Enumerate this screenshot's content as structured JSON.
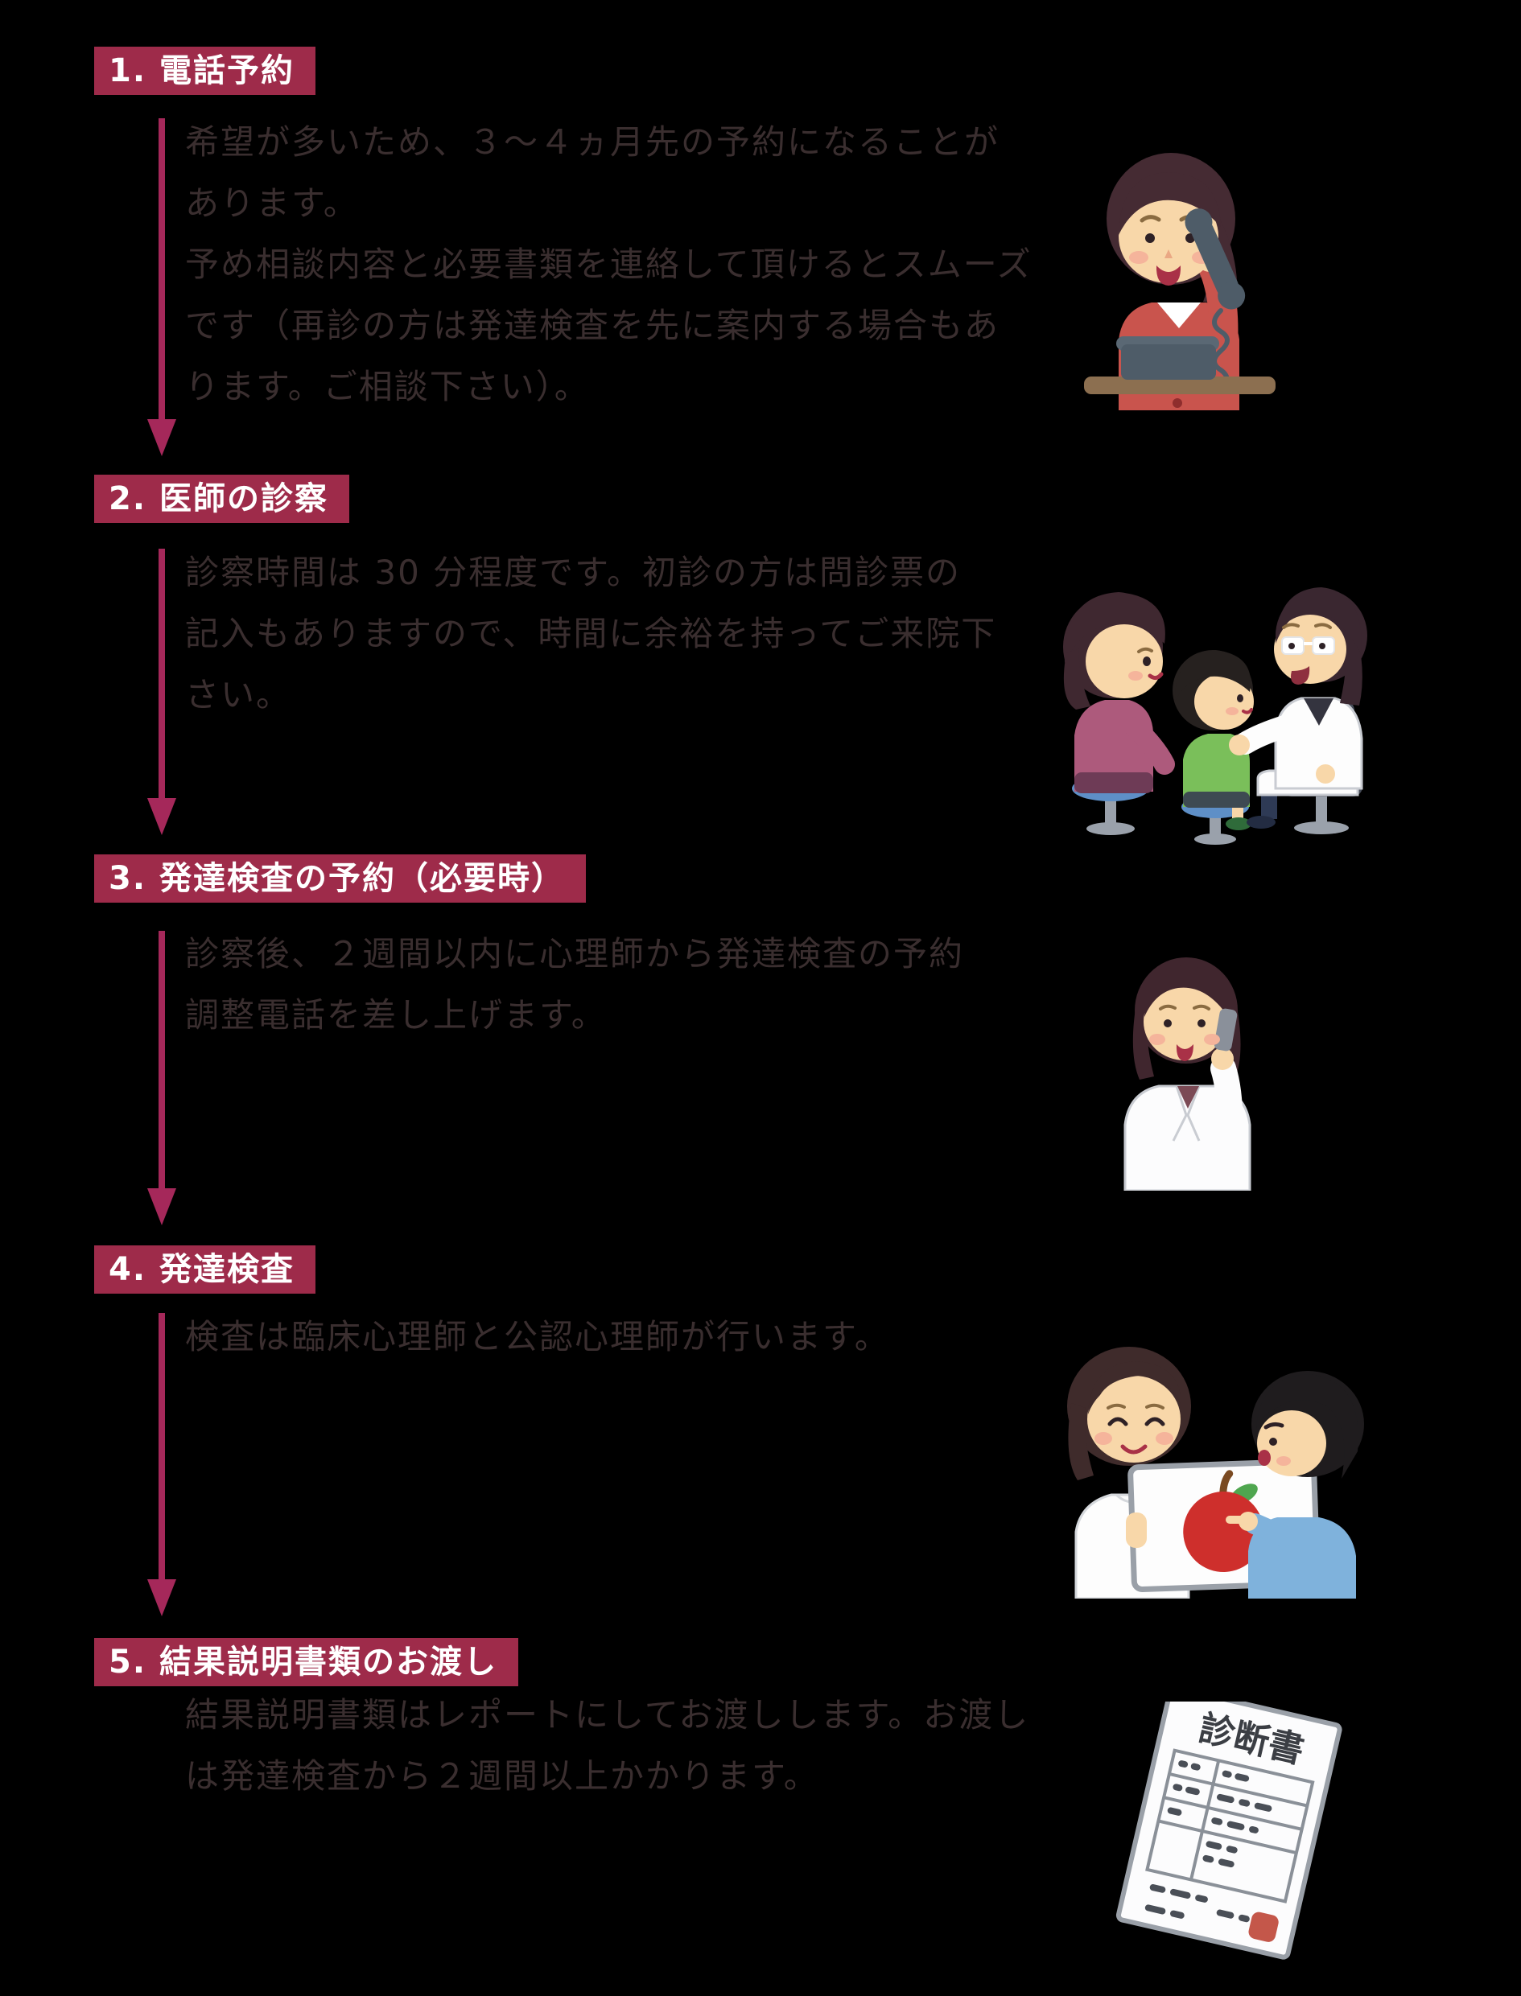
{
  "page": {
    "background": "#000000",
    "accent_header": "#9e2b4a",
    "accent_arrow": "#a5285a",
    "body_text_color": "#3a2e2f"
  },
  "steps": [
    {
      "header": "1. 電話予約",
      "lines": [
        "希望が多いため、３〜４ヵ月先の予約になることが",
        "あります。",
        "予め相談内容と必要書類を連絡して頂けるとスムーズ",
        "です（再診の方は発達検査を先に案内する場合もあ",
        "ります。ご相談下さい）。"
      ],
      "illustration": "receptionist-on-phone"
    },
    {
      "header": "2. 医師の診察",
      "lines": [
        "診察時間は 30 分程度です。初診の方は問診票の",
        "記入もありますので、時間に余裕を持ってご来院下",
        "さい。"
      ],
      "illustration": "doctor-examining-child-with-mother"
    },
    {
      "header": "3. 発達検査の予約（必要時）",
      "lines": [
        "診察後、２週間以内に心理師から発達検査の予約",
        "調整電話を差し上げます。"
      ],
      "illustration": "psychologist-phone-call"
    },
    {
      "header": "4. 発達検査",
      "lines": [
        "検査は臨床心理師と公認心理師が行います。"
      ],
      "illustration": "psychologist-showing-apple-card-to-boy"
    },
    {
      "header": "5. 結果説明書類のお渡し",
      "lines": [
        "結果説明書類はレポートにしてお渡しします。お渡し",
        "は発達検査から２週間以上かかります。"
      ],
      "illustration": "medical-certificate-document"
    }
  ],
  "certificate": {
    "title": "診断書"
  }
}
